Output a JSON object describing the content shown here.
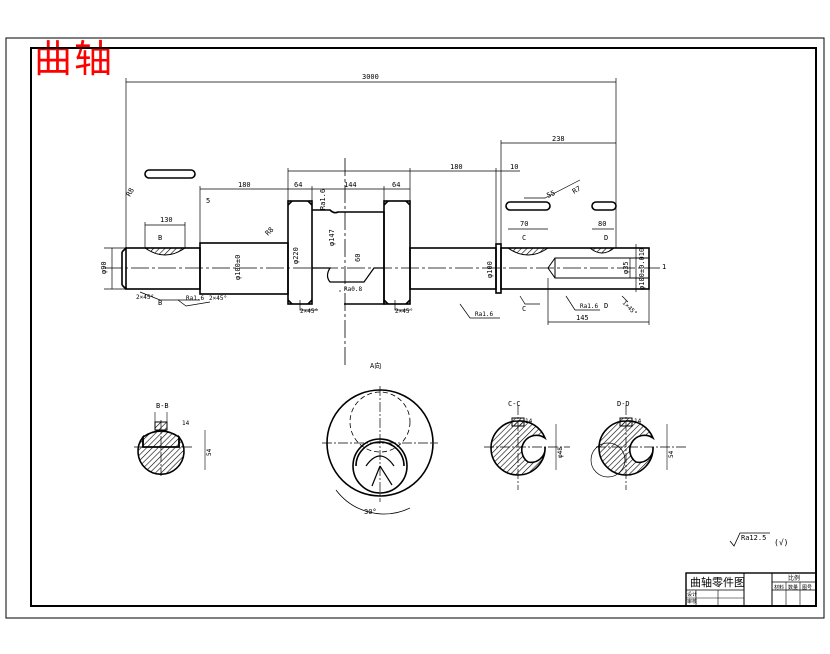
{
  "title": "曲轴",
  "dimensions": {
    "overall_length": "3000",
    "right_length": "238",
    "seg_180_left": "180",
    "seg_64_left": "64",
    "seg_144": "144",
    "seg_64_right": "64",
    "seg_180_right": "180",
    "seg_10": "10",
    "key_130": "130",
    "dim_5": "5",
    "key_70": "70",
    "key_80": "80",
    "length_145": "145",
    "dia_left_end": "φ90",
    "dia_left_shoulder": "φ100±0",
    "dia_web": "φ220",
    "dia_journal": "φ147",
    "dia_right_shoulder": "φ100",
    "dia_right_end": "φ100±0.010",
    "dia_hole": "φ35",
    "r8": "R8",
    "r55": "55",
    "r57": "R7",
    "r60": "60",
    "chamfer_left": "2×45°",
    "chamfer_left2": "2×45°",
    "chamfer_web_left": "2×45°",
    "chamfer_web_right": "2×45°",
    "ra_left": "Ra1.6",
    "ra_mid": "Ra1.6",
    "ra_pin": "Ra0.8",
    "ra_right": "Ra1.6",
    "ra_top": "Ra1.6",
    "ra_small": "Ra1.6",
    "chamfer_right": "1×45°",
    "label_B": "B",
    "label_B2": "B",
    "label_C": "C",
    "label_C2": "C",
    "label_D": "D",
    "label_D2": "D",
    "label_one": "1"
  },
  "sections": {
    "bb_label": "B-B",
    "bb_width": "14",
    "bb_height": "54",
    "view_a_label": "A向",
    "view_a_angle": "30°",
    "cc_label": "C-C",
    "cc_width": "14",
    "cc_height": "φ48",
    "dd_label": "D-D",
    "dd_width": "14",
    "dd_height": "54"
  },
  "roughness_note": "Ra12.5",
  "roughness_note_tail": "(√)",
  "title_block": {
    "name": "曲轴零件图",
    "scale_label": "比例",
    "row1": "设计",
    "row2": "审核",
    "row3": "批准",
    "col_a": "材料",
    "col_b": "数量",
    "col_c": "图号"
  }
}
